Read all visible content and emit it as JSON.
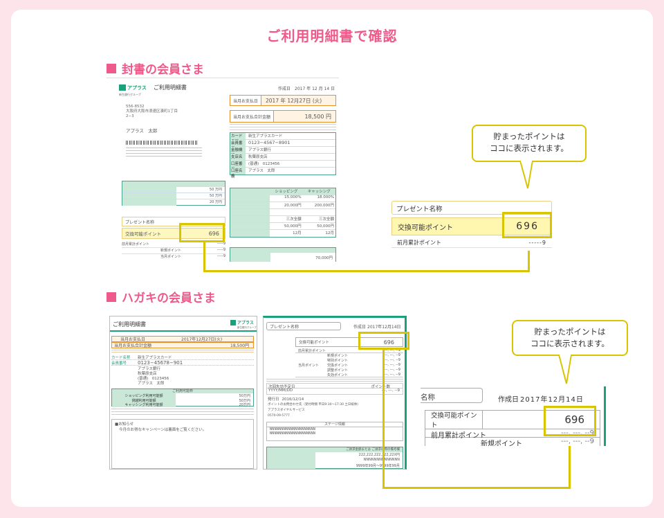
{
  "title": "ご利用明細書で確認",
  "sections": [
    {
      "heading": "封書の会員さま"
    },
    {
      "heading": "ハガキの会員さま"
    }
  ],
  "bubble_text_line1": "貯まったポイントは",
  "bubble_text_line2": "ココに表示されます。",
  "letter": {
    "brand": "アプラス",
    "brand_sub": "新生銀行グループ",
    "doc_title": "ご利用明細書",
    "date_label": "作成日",
    "date": "2017 年 12 月 14 日",
    "postcode": "556-8532",
    "address_line1": "大阪府大阪市浪速区湊町1丁目",
    "address_line2": "2−3",
    "name": "アプラス　太郎",
    "pay_date_label": "当月お支払日",
    "pay_date": "2017 年 12月27日 (火)",
    "total_label": "当月お支払合計金額",
    "total": "18,500 円",
    "card_name_label": "カード名称",
    "card_name": "新生アプラスカード",
    "member_no_label": "会員番号",
    "member_no": "0123−4567−8901",
    "bank_label": "金融機関",
    "bank": "アプラス銀行",
    "branch_label": "支店名",
    "branch": "秋葉原支店",
    "account_label": "口座番号",
    "account": "(普通)　0123456",
    "holder_label": "口座名義",
    "holder": "アプラス　太郎",
    "col_shopping": "ショッピング",
    "col_cashing": "キャッシング",
    "rate_shop": "15.000%",
    "rate_cash": "18.000%",
    "limit_shop": "20,000円",
    "limit_cash": "200,000円",
    "avail_shop": "三次全額",
    "avail_cash": "三次全額",
    "bonus_shop": "50,000円",
    "bonus_cash": "50,000円",
    "months_shop": "12月",
    "months_cash": "12月",
    "amount_70000": "70,000円",
    "yen50a": "50 万円",
    "yen50b": "50 万円",
    "yen20": "20 万円",
    "present_name_label": "プレゼント名称",
    "exchange_label": "交換可能ポイント",
    "exchange_value": "696",
    "prev_label": "前月累計ポイント",
    "new_label": "新規ポイント",
    "used_label": "当月ポイント",
    "dash_value": "-----9"
  },
  "zoom1": {
    "present_name_label": "プレゼント名称",
    "exchange_label": "交換可能ポイント",
    "exchange_value": "696",
    "prev_label": "前月累計ポイント",
    "prev_value": "-----9"
  },
  "postcard": {
    "doc_title": "ご利用明細書",
    "brand": "アプラス",
    "brand_sub": "新生銀行グループ",
    "pay_date_label": "当月お支払日",
    "pay_date": "2017年12月27日(火)",
    "total_label": "当月お支払合計金額",
    "total": "18,500円",
    "card_name_label": "カード名称",
    "card_name": "新生アプラスカード",
    "member_no_label": "会員番号",
    "member_no": "0123−45678−901",
    "bank": "アプラス銀行",
    "branch": "秋葉原支店",
    "account": "(普通)　0123456",
    "holder": "アプラス　太郎",
    "limit_header": "ご利用可能枠",
    "limit_row1": "ショッピング利用可能額",
    "limit_row1_val": "50万円",
    "limit_row2": "貸越利用可能額",
    "limit_row2_val": "50万円",
    "limit_row3": "キャッシング利用可能額",
    "limit_row3_val": "20万円",
    "notice_label": "■お知らせ",
    "notice_text": "今月のお得なキャンペーンは裏面をご覧ください。",
    "present_name_label": "プレゼント名称",
    "date_label": "作成日",
    "date": "2017年12月14日",
    "exchange_label": "交換可能ポイント",
    "exchange_value": "696",
    "prev_label": "前月累計ポイント",
    "current_label": "当月ポイント",
    "sub_rows": [
      "新規ポイント",
      "特別ポイント",
      "交換ポイント",
      "調整ポイント",
      "失効ポイント"
    ],
    "dash_value": "---, ---, --9",
    "expiry_label": "次回失効予定日",
    "expiry_points_label": "ポイント数",
    "expiry_date": "YYYY/MM/DD",
    "expiry_value": "---, ---, --9",
    "issue_label": "発行日",
    "issue_date": "2016/12/14",
    "contact_line1": "ポイントのお問合わせ先（受付時間 平日9:30〜17:30 土日祝休）",
    "contact_line2": "アプラスダイヤルサービス",
    "contact_line3": "0570-09-5777",
    "stage_label": "ステージ情報",
    "stage_line1": "NNNNNNNNNNNNNNNNNNNN",
    "stage_line2": "NNNNNNNNNNNNNNNNNNNN",
    "bottom_header": "ご請求金額または ご請求の際の備考欄",
    "bottom_row1": "222,222,222,222,22X円",
    "bottom_row2": "NNNNNNNNNNNNNN",
    "bottom_row3": "9999年99月〜9999年99月"
  },
  "zoom2": {
    "present_name_label": "名称",
    "date_label": "作成日",
    "date": "2017年12月14日",
    "exchange_label": "交換可能ポイント",
    "exchange_value": "696",
    "prev_label": "前月累計ポイント",
    "prev_value": "---, ---, --9",
    "new_label": "新規ポイント",
    "new_value": "---, ---, --9"
  },
  "colors": {
    "pink": "#ee5a8a",
    "background": "#fde3ea",
    "highlight_yellow": "#d9c400",
    "brand_green": "#1aa07a",
    "orange": "#e8902a"
  }
}
